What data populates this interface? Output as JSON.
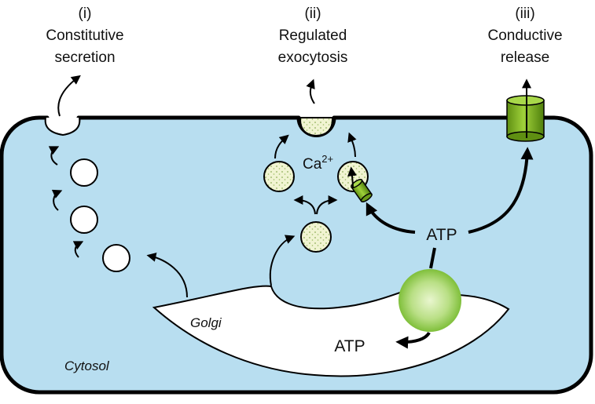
{
  "pathways": [
    {
      "numeral": "(i)",
      "line1": "Constitutive",
      "line2": "secretion"
    },
    {
      "numeral": "(ii)",
      "line1": "Regulated",
      "line2": "exocytosis"
    },
    {
      "numeral": "(iii)",
      "line1": "Conductive",
      "line2": "release"
    }
  ],
  "labels": {
    "calcium_base": "Ca",
    "calcium_sup": "2+",
    "atp_cytosol": "ATP",
    "atp_golgi": "ATP",
    "golgi": "Golgi",
    "cytosol": "Cytosol"
  },
  "colors": {
    "cytosol_fill": "#b8def0",
    "vesicle_cargo": "#f1f4d2",
    "channel_green": "#7bb21f",
    "transporter_green": "#a9d66f"
  }
}
